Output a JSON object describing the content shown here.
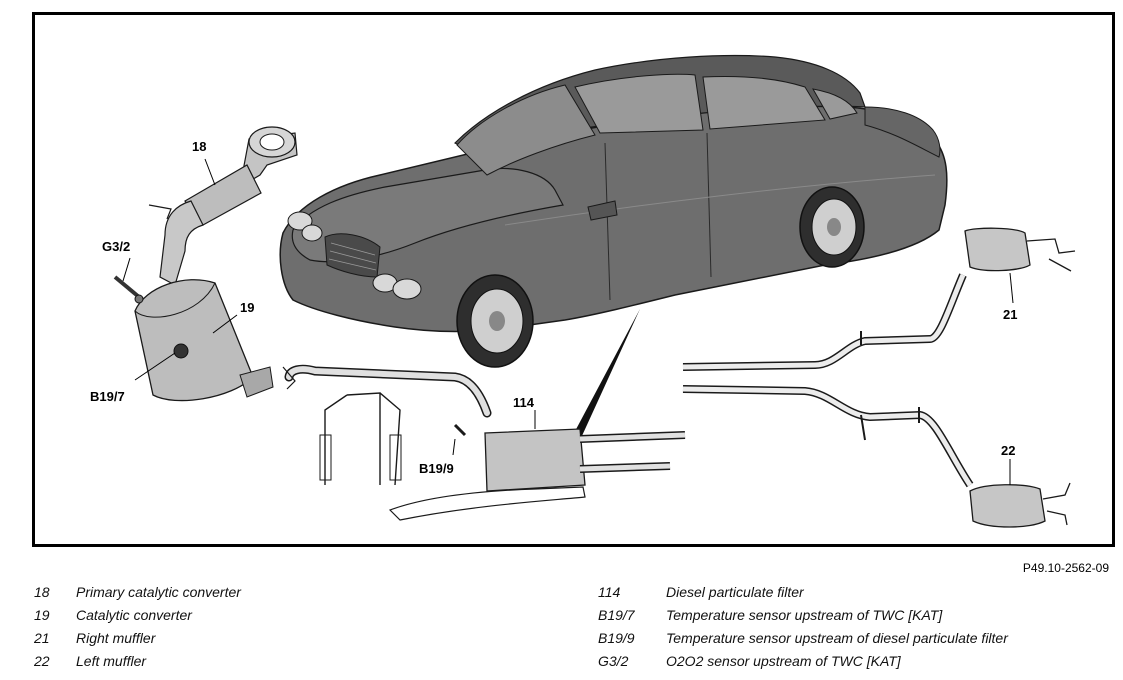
{
  "callouts": {
    "c18": "18",
    "c19": "19",
    "c21": "21",
    "c22": "22",
    "c114": "114",
    "cG32": "G3/2",
    "cB197": "B19/7",
    "cB199": "B19/9"
  },
  "reference": "P49.10-2562-09",
  "legend_left": [
    {
      "code": "18",
      "label": "Primary catalytic converter"
    },
    {
      "code": "19",
      "label": "Catalytic converter"
    },
    {
      "code": "21",
      "label": "Right muffler"
    },
    {
      "code": "22",
      "label": "Left muffler"
    }
  ],
  "legend_right": [
    {
      "code": "114",
      "label": "Diesel particulate filter"
    },
    {
      "code": "B19/7",
      "label": "Temperature sensor upstream of TWC [KAT]"
    },
    {
      "code": "B19/9",
      "label": "Temperature sensor upstream of diesel particulate filter"
    },
    {
      "code": "G3/2",
      "label": "O2O2 sensor upstream of TWC [KAT]"
    }
  ],
  "colors": {
    "car_body": "#6e6e6e",
    "car_dark": "#3e3e3e",
    "part_fill": "#bdbdbd",
    "outline": "#1a1a1a"
  }
}
